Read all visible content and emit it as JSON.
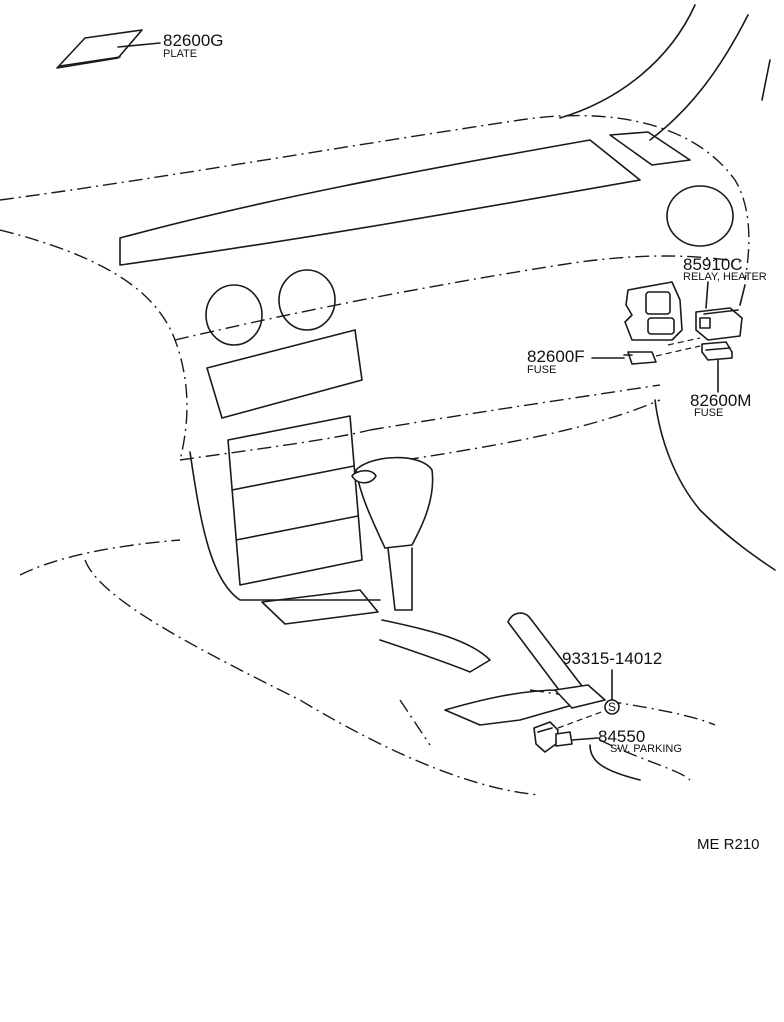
{
  "callouts": [
    {
      "id": "plate",
      "number": "82600G",
      "desc": "PLATE"
    },
    {
      "id": "relay-heater",
      "number": "85910C",
      "desc": "RELAY, HEATER"
    },
    {
      "id": "fuse-f",
      "number": "82600F",
      "desc": "FUSE"
    },
    {
      "id": "fuse-m",
      "number": "82600M",
      "desc": "FUSE"
    },
    {
      "id": "screw",
      "number": "93315-14012",
      "desc": ""
    },
    {
      "id": "parking-switch",
      "number": "84550",
      "desc": "SW, PARKING"
    }
  ],
  "screw_symbol": "S",
  "diagram_code": "ME R210"
}
